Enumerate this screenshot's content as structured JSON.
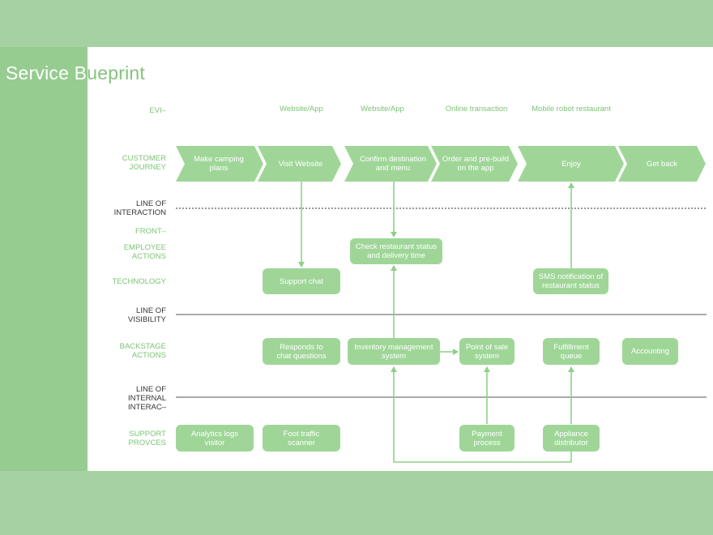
{
  "title": {
    "first": "Service B",
    "rest": "ueprint"
  },
  "row_labels": {
    "events": "EVI–",
    "customer_journey": "CUSTOMER\nJOURNEY",
    "line_of_interaction": "LINE OF\nINTERACTION",
    "front": "FRONT–",
    "employee_actions": "EMPLOYEE\nACTIONS",
    "technology": "TECHNOLOGY",
    "line_of_visibility": "LINE OF\nVISIBILITY",
    "backstage_actions": "BACKSTAGE\nACTIONS",
    "line_of_internal": "LINE OF\nINTERNAL\nINTERAC–",
    "support_process": "SUPPORT\nPROVCES"
  },
  "events": [
    "Website/App",
    "Website/App",
    "Online transaction",
    "Mobile robot restaurant"
  ],
  "journey": [
    "Make camping\nplans",
    "Visit Website",
    "Confirm destination\nand menu",
    "Order and pre-build\non the app",
    "Enjoy",
    "Get back"
  ],
  "front_employee": [
    "Check restaurant status\nand delivery time"
  ],
  "technology": [
    "Support chat",
    "SMS notification of\nrestaurant status"
  ],
  "backstage": [
    "Responds to\nchat questions",
    "Inventory management\nsystem",
    "Point of sale\nsystem",
    "Fulfillment\nqueue",
    "Accounting"
  ],
  "support": [
    "Analytics logs\nvisitor",
    "Foot traffic\nscanner",
    "Payment\nprocess",
    "Appliance\ndistributor"
  ],
  "colors": {
    "accent": "#9fd698",
    "label": "#7cc474",
    "background": "#a6d1a2"
  }
}
